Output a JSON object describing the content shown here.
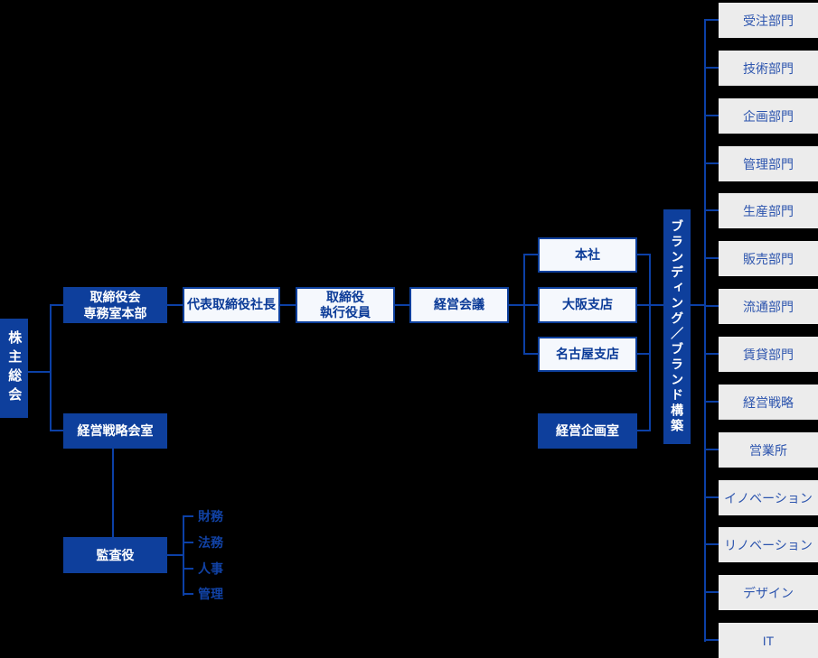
{
  "colors": {
    "background": "#000000",
    "solid_box_bg": "#0e3f9c",
    "solid_box_text": "#ffffff",
    "outline_box_bg": "#f5f8fd",
    "outline_box_border": "#0d3f9c",
    "outline_box_text": "#0a3a97",
    "dept_box_bg": "#ececec",
    "dept_box_text": "#2d55ae",
    "connector_line": "#0c40a6",
    "aux_label_text": "#1142a5"
  },
  "nodes": {
    "shareholders": "株主総会",
    "board_line1": "取締役会",
    "board_line2": "専務室本部",
    "president": "代表取締役社長",
    "directors_line1": "取締役",
    "directors_line2": "執行役員",
    "management_meeting": "経営会議",
    "head_office": "本社",
    "osaka_branch": "大阪支店",
    "nagoya_branch": "名古屋支店",
    "strategy_office": "経営戦略会室",
    "planning_office": "経営企画室",
    "branding": "ブランディング／ブランド構築",
    "auditor": "監査役"
  },
  "auditor_children": [
    "財務",
    "法務",
    "人事",
    "管理"
  ],
  "departments": [
    "受注部門",
    "技術部門",
    "企画部門",
    "管理部門",
    "生産部門",
    "販売部門",
    "流通部門",
    "賃貸部門",
    "経営戦略",
    "営業所",
    "イノベーション",
    "リノベーション",
    "デザイン",
    "IT"
  ]
}
